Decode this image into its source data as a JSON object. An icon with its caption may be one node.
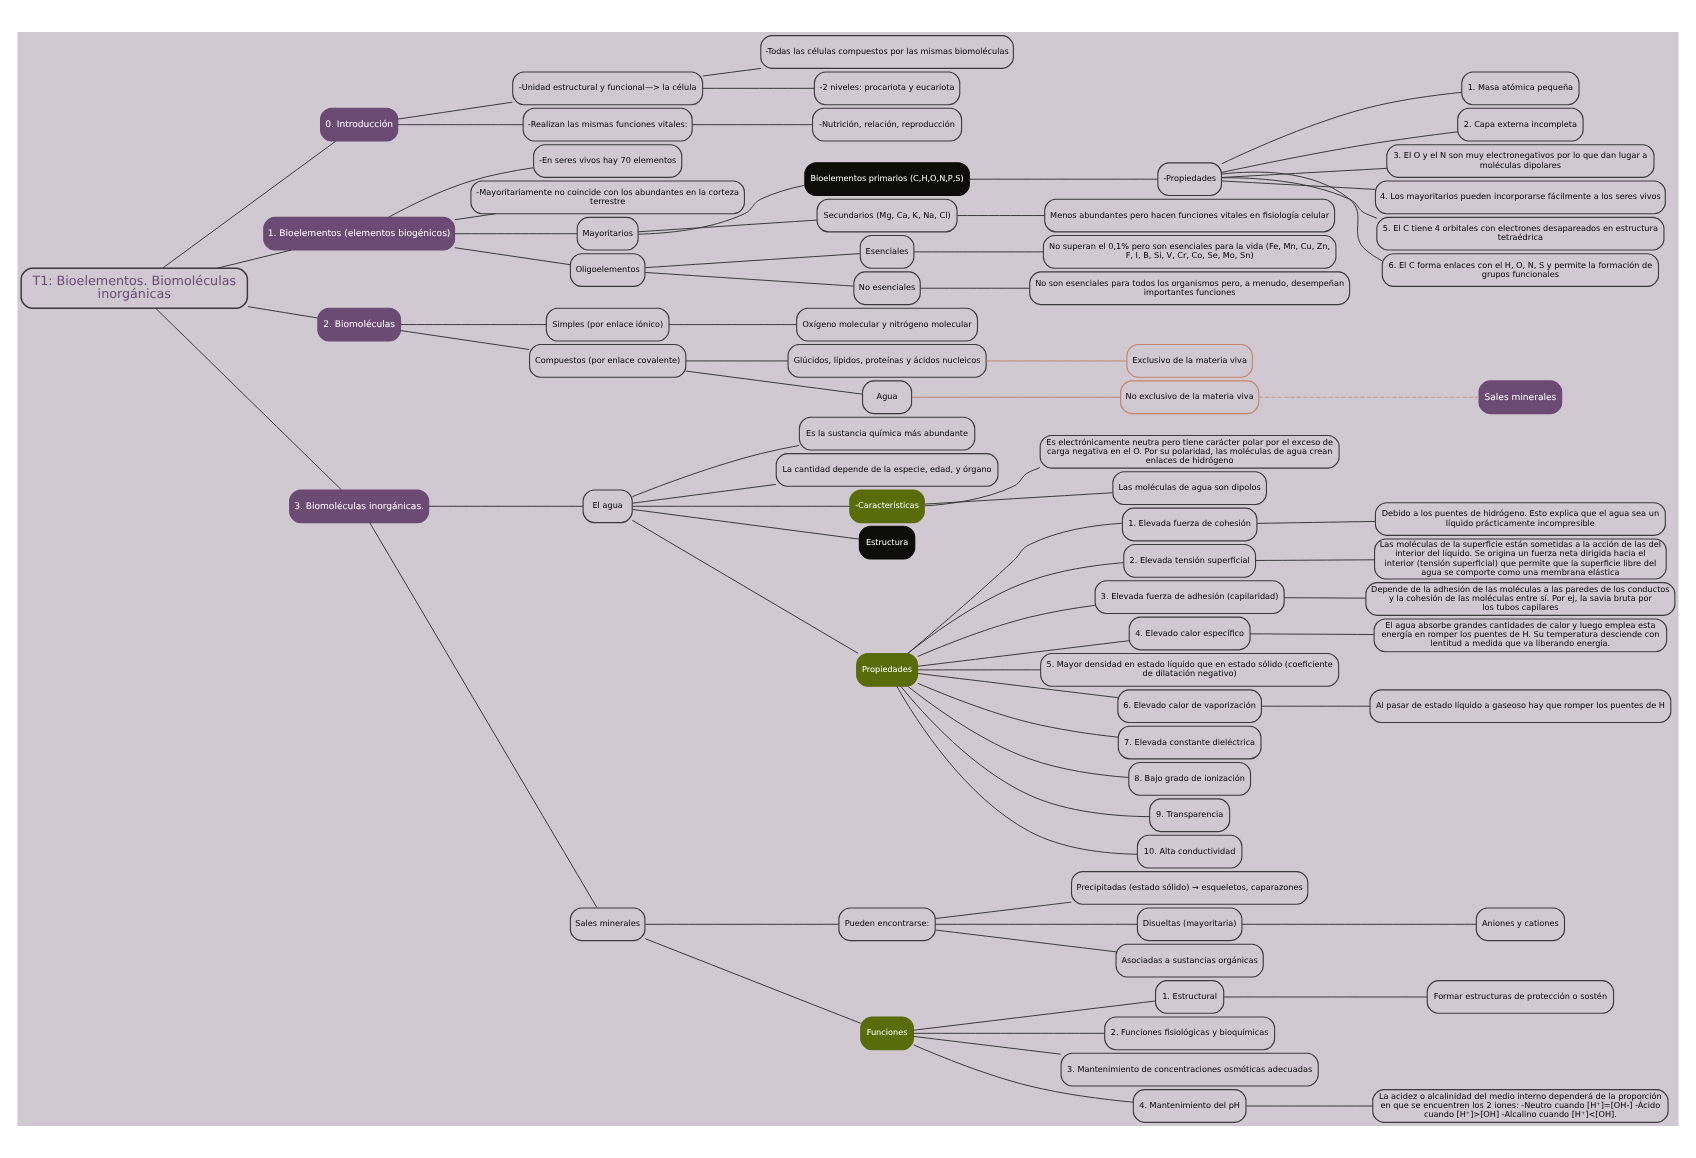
{
  "diagram": {
    "nodes": [
      {
        "text": [
          "T1: Bioelementos. Biomoléculas inorgánicas"
        ]
      },
      {
        "text": [
          "0. Introducción"
        ]
      },
      {
        "text": [
          "-Unidad estructural y funcional—> la célula"
        ]
      },
      {
        "text": [
          "-Todas las células compuestos por las mismas biomoléculas"
        ]
      },
      {
        "text": [
          "-2 niveles: procariota y eucariota"
        ]
      },
      {
        "text": [
          "-Realizan las mismas funciones vitales:"
        ]
      },
      {
        "text": [
          "-Nutrición, relación, reproducción"
        ]
      },
      {
        "text": [
          "1. Bioelementos (elementos biogénicos)"
        ]
      },
      {
        "text": [
          "-En seres vivos hay 70 elementos"
        ]
      },
      {
        "text": [
          "-Mayoritariamente no coincide con los abundantes en la corteza terrestre"
        ]
      },
      {
        "text": [
          "Mayoritarios"
        ]
      },
      {
        "text": [
          "Bioelementos primarios (C,H,O,N,P,S)"
        ]
      },
      {
        "text": [
          "-Propiedades"
        ]
      },
      {
        "text": [
          "1. Masa atómica pequeña"
        ]
      },
      {
        "text": [
          "2. Capa externa incompleta"
        ]
      },
      {
        "text": [
          "3. El O y el N son muy electronegativos por lo que dan lugar a moléculas dipolares"
        ]
      },
      {
        "text": [
          "4. Los mayoritarios pueden incorporarse fácilmente a los seres vivos"
        ]
      },
      {
        "text": [
          "5. El C tiene 4 orbitales con electrones desapareados en estructura tetraédrica"
        ]
      },
      {
        "text": [
          "6. El C forma enlaces con el H, O, N, S y permite la formación de grupos funcionales"
        ]
      },
      {
        "text": [
          "Secundarios (Mg, Ca, K, Na, Cl)"
        ]
      },
      {
        "text": [
          "Menos abundantes pero hacen funciones vitales en fisiología celular"
        ]
      },
      {
        "text": [
          "Oligoelementos"
        ]
      },
      {
        "text": [
          "Esenciales"
        ]
      },
      {
        "text": [
          "No superan el 0,1% pero son esenciales para la vida (Fe, Mn, Cu, Zn, F, I, B, Si, V, Cr, Co, Se, Mo, Sn)"
        ]
      },
      {
        "text": [
          "No esenciales"
        ]
      },
      {
        "text": [
          "No son esenciales para todos los organismos pero, a menudo, desempeñan importantes funciones"
        ]
      },
      {
        "text": [
          "2. Biomoléculas"
        ]
      },
      {
        "text": [
          "Simples (por enlace iónico)"
        ]
      },
      {
        "text": [
          "Oxígeno molecular y nitrógeno molecular"
        ]
      },
      {
        "text": [
          "Compuestos (por enlace covalente)"
        ]
      },
      {
        "text": [
          "Glúcidos, lípidos, proteínas y ácidos nucleicos"
        ]
      },
      {
        "text": [
          "Agua"
        ]
      },
      {
        "text": [
          "Exclusivo de la materia viva"
        ]
      },
      {
        "text": [
          "No exclusivo de la materia viva"
        ]
      },
      {
        "text": [
          "Sales minerales"
        ]
      },
      {
        "text": [
          "3. Biomoléculas inorgánicas."
        ]
      },
      {
        "text": [
          "El agua"
        ]
      },
      {
        "text": [
          "Es la sustancia química más abundante"
        ]
      },
      {
        "text": [
          "La cantidad depende de la especie, edad, y órgano"
        ]
      },
      {
        "text": [
          "-Características"
        ]
      },
      {
        "text": [
          "Es electrónicamente neutra pero tiene carácter polar por el exceso de carga negativa en el O. Por su polaridad, las moléculas de agua crean enlaces de hidrógeno"
        ]
      },
      {
        "text": [
          "Las moléculas de agua son dipolos"
        ]
      },
      {
        "text": [
          "Estructura"
        ]
      },
      {
        "text": [
          "Propiedades"
        ]
      },
      {
        "text": [
          "1. Elevada fuerza de cohesión"
        ]
      },
      {
        "text": [
          "Debido a los puentes de hidrógeno. Esto explica que el agua sea un líquido prácticamente incompresible"
        ]
      },
      {
        "text": [
          "2. Elevada tensión superficial"
        ]
      },
      {
        "text": [
          "Las moléculas de la superficie están sometidas a la acción de las del interior del líquido. Se origina un fuerza neta dirigida hacia el interior (tensión superficial) que permite que la superficie libre del agua se comporte como una membrana elástica"
        ]
      },
      {
        "text": [
          "3. Elevada fuerza de adhesión (capilaridad)"
        ]
      },
      {
        "text": [
          "Depende de la adhesión de las moléculas a las paredes de los conductos y la cohesión de las moléculas entre sí. Por ej, la savia bruta por los tubos capilares"
        ]
      },
      {
        "text": [
          "4. Elevado calor específico"
        ]
      },
      {
        "text": [
          "El agua absorbe grandes cantidades de calor y luego emplea esta energía en romper los puentes de H. Su temperatura desciende con lentitud a medida que va liberando energía."
        ]
      },
      {
        "text": [
          "5. Mayor densidad en estado líquido que en estado sólido (coeficiente de dilatación negativo)"
        ]
      },
      {
        "text": [
          "6. Elevado calor de vaporización"
        ]
      },
      {
        "text": [
          "Al pasar de estado líquido a gaseoso hay que romper los puentes de H"
        ]
      },
      {
        "text": [
          "7. Elevada constante dieléctrica"
        ]
      },
      {
        "text": [
          "8. Bajo grado de ionización"
        ]
      },
      {
        "text": [
          "9. Transparencia"
        ]
      },
      {
        "text": [
          "10. Alta conductividad"
        ]
      },
      {
        "text": [
          "Sales minerales"
        ]
      },
      {
        "text": [
          "Pueden encontrarse:"
        ]
      },
      {
        "text": [
          "Precipitadas (estado sólido) → esqueletos, caparazones"
        ]
      },
      {
        "text": [
          "Disueltas (mayoritaria)"
        ]
      },
      {
        "text": [
          "Aniones y cationes"
        ]
      },
      {
        "text": [
          "Asociadas a sustancias orgánicas"
        ]
      },
      {
        "text": [
          "Funciones"
        ]
      },
      {
        "text": [
          "1. Estructural"
        ]
      },
      {
        "text": [
          "Formar estructuras de protección o sostén"
        ]
      },
      {
        "text": [
          "2. Funciones fisiológicas y bioquímicas"
        ]
      },
      {
        "text": [
          "3. Mantenimiento de concentraciones osmóticas adecuadas"
        ]
      },
      {
        "text": [
          "4. Mantenimiento del pH"
        ]
      },
      {
        "text": [
          "La acidez o alcalinidad del medio interno dependerá de la proporción en que se encuentren los 2 iones: -Neutro cuando [H⁺]=[OH-] -Ácido cuando [H⁺]>[OH] -Alcalino cuando [H⁺]<[OH]."
        ]
      }
    ],
    "edges": [
      {
        "from": 0,
        "to": 1,
        "arrow": "none"
      },
      {
        "from": 1,
        "to": 2,
        "arrow": "none"
      },
      {
        "from": 2,
        "to": 3,
        "arrow": "none"
      },
      {
        "from": 2,
        "to": 4,
        "arrow": "none"
      },
      {
        "from": 1,
        "to": 5,
        "arrow": "none"
      },
      {
        "from": 5,
        "to": 6,
        "arrow": "none"
      },
      {
        "from": 0,
        "to": 7,
        "arrow": "none"
      },
      {
        "from": 7,
        "to": 8,
        "arrow": "none"
      },
      {
        "from": 7,
        "to": 9,
        "arrow": "none"
      },
      {
        "from": 7,
        "to": 10,
        "arrow": "none"
      },
      {
        "from": 10,
        "to": 11,
        "arrow": "none"
      },
      {
        "from": 11,
        "to": 12,
        "arrow": "none"
      },
      {
        "from": 12,
        "to": 13,
        "arrow": "none"
      },
      {
        "from": 12,
        "to": 14,
        "arrow": "none"
      },
      {
        "from": 12,
        "to": 15,
        "arrow": "none"
      },
      {
        "from": 12,
        "to": 16,
        "arrow": "none"
      },
      {
        "from": 12,
        "to": 17,
        "arrow": "none"
      },
      {
        "from": 12,
        "to": 18,
        "arrow": "none"
      },
      {
        "from": 10,
        "to": 19,
        "arrow": "none"
      },
      {
        "from": 19,
        "to": 20,
        "arrow": "none"
      },
      {
        "from": 7,
        "to": 21,
        "arrow": "none"
      },
      {
        "from": 21,
        "to": 22,
        "arrow": "none"
      },
      {
        "from": 22,
        "to": 23,
        "arrow": "none"
      },
      {
        "from": 21,
        "to": 24,
        "arrow": "none"
      },
      {
        "from": 24,
        "to": 25,
        "arrow": "none"
      },
      {
        "from": 0,
        "to": 26,
        "arrow": "none"
      },
      {
        "from": 26,
        "to": 27,
        "arrow": "none"
      },
      {
        "from": 27,
        "to": 28,
        "arrow": "none"
      },
      {
        "from": 26,
        "to": 29,
        "arrow": "none"
      },
      {
        "from": 29,
        "to": 30,
        "arrow": "none"
      },
      {
        "from": 29,
        "to": 31,
        "arrow": "none"
      },
      {
        "from": 30,
        "to": 32,
        "arrow": "none",
        "color": "#c9826b"
      },
      {
        "from": 31,
        "to": 33,
        "arrow": "none",
        "color": "#c9826b"
      },
      {
        "from": 33,
        "to": 34,
        "arrow": "none",
        "style": "dashed",
        "color": "#c9a090"
      },
      {
        "from": 0,
        "to": 35,
        "arrow": "none"
      },
      {
        "from": 35,
        "to": 36,
        "arrow": "none"
      },
      {
        "from": 36,
        "to": 37,
        "arrow": "none"
      },
      {
        "from": 36,
        "to": 38,
        "arrow": "none"
      },
      {
        "from": 36,
        "to": 39,
        "arrow": "none"
      },
      {
        "from": 39,
        "to": 40,
        "arrow": "none"
      },
      {
        "from": 39,
        "to": 41,
        "arrow": "none"
      },
      {
        "from": 36,
        "to": 42,
        "arrow": "none"
      },
      {
        "from": 36,
        "to": 43,
        "arrow": "none"
      },
      {
        "from": 43,
        "to": 44,
        "arrow": "none"
      },
      {
        "from": 44,
        "to": 45,
        "arrow": "none"
      },
      {
        "from": 43,
        "to": 46,
        "arrow": "none"
      },
      {
        "from": 46,
        "to": 47,
        "arrow": "none"
      },
      {
        "from": 43,
        "to": 48,
        "arrow": "none"
      },
      {
        "from": 48,
        "to": 49,
        "arrow": "none"
      },
      {
        "from": 43,
        "to": 50,
        "arrow": "none"
      },
      {
        "from": 50,
        "to": 51,
        "arrow": "none"
      },
      {
        "from": 43,
        "to": 52,
        "arrow": "none"
      },
      {
        "from": 43,
        "to": 53,
        "arrow": "none"
      },
      {
        "from": 53,
        "to": 54,
        "arrow": "none"
      },
      {
        "from": 43,
        "to": 55,
        "arrow": "none"
      },
      {
        "from": 43,
        "to": 56,
        "arrow": "none"
      },
      {
        "from": 43,
        "to": 57,
        "arrow": "none"
      },
      {
        "from": 43,
        "to": 58,
        "arrow": "none"
      },
      {
        "from": 35,
        "to": 59,
        "arrow": "none"
      },
      {
        "from": 59,
        "to": 60,
        "arrow": "none"
      },
      {
        "from": 60,
        "to": 61,
        "arrow": "none"
      },
      {
        "from": 60,
        "to": 62,
        "arrow": "none"
      },
      {
        "from": 62,
        "to": 63,
        "arrow": "none"
      },
      {
        "from": 60,
        "to": 64,
        "arrow": "none"
      },
      {
        "from": 59,
        "to": 65,
        "arrow": "none"
      },
      {
        "from": 65,
        "to": 66,
        "arrow": "none"
      },
      {
        "from": 66,
        "to": 67,
        "arrow": "none"
      },
      {
        "from": 65,
        "to": 68,
        "arrow": "none"
      },
      {
        "from": 65,
        "to": 69,
        "arrow": "none"
      },
      {
        "from": 65,
        "to": 70,
        "arrow": "none"
      },
      {
        "from": 70,
        "to": 71,
        "arrow": "none"
      }
    ]
  }
}
